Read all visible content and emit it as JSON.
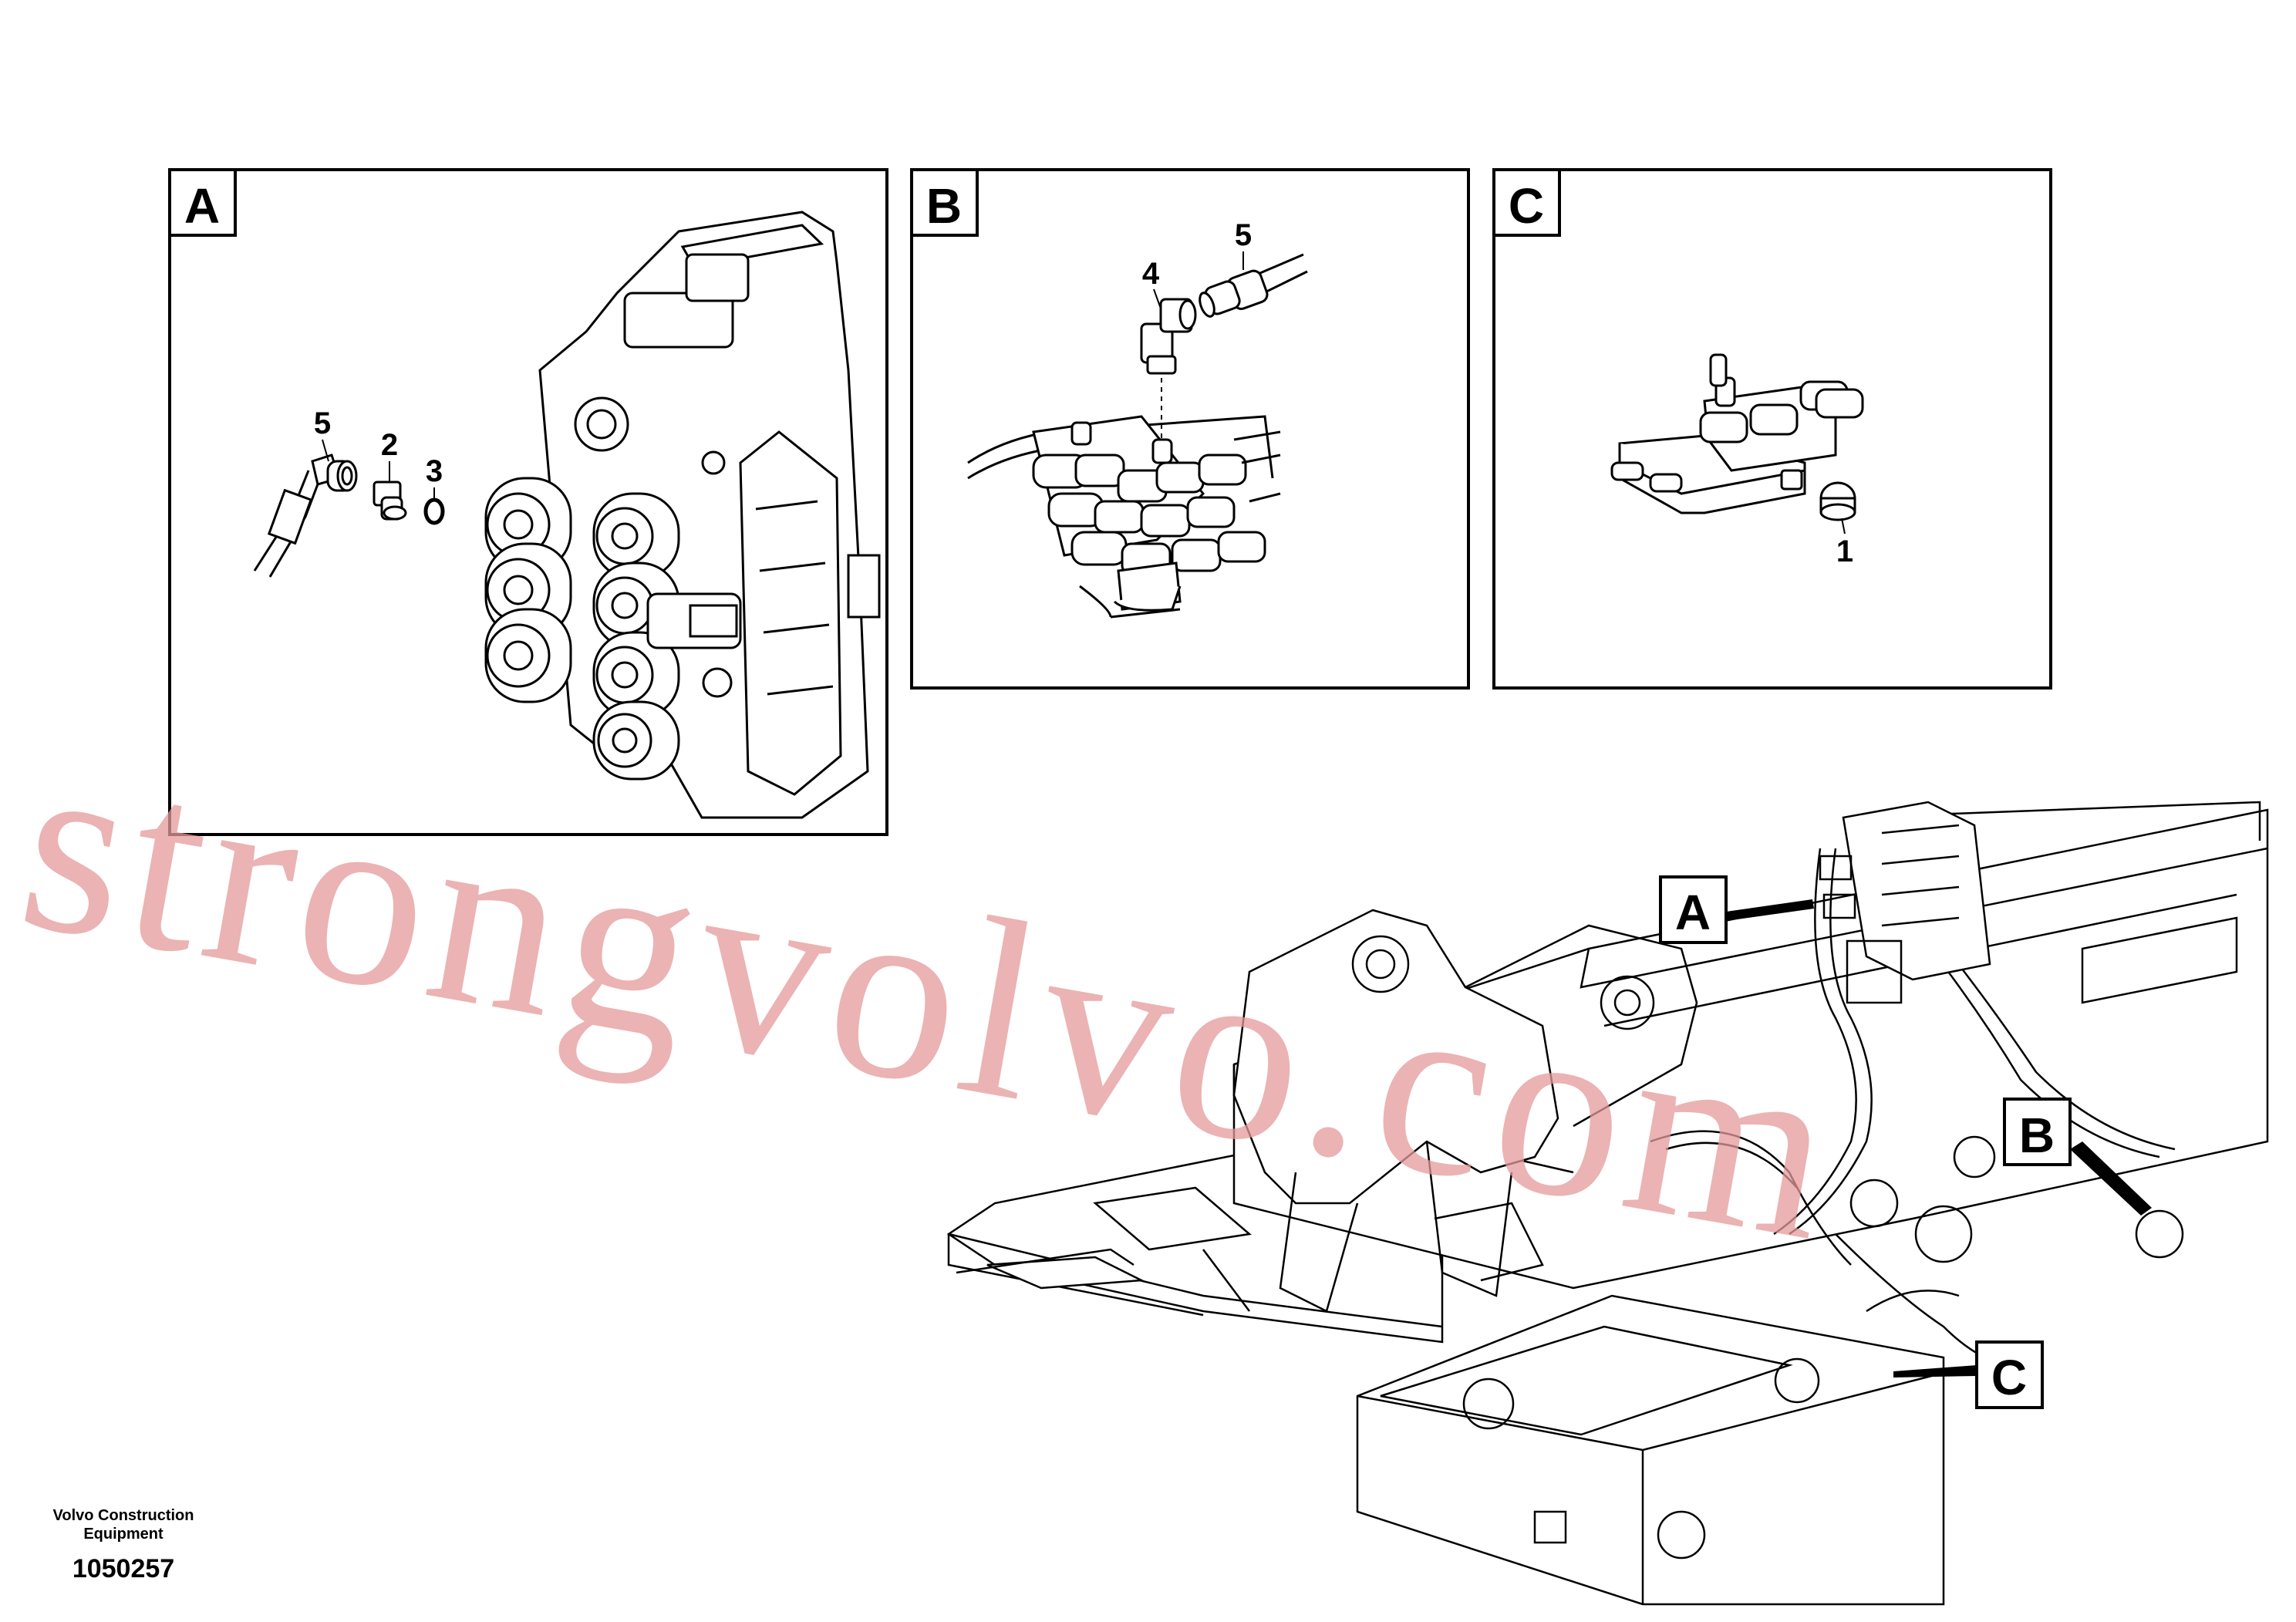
{
  "panels": [
    {
      "id": "A",
      "parts": [
        "5",
        "2",
        "3"
      ]
    },
    {
      "id": "B",
      "parts": [
        "4",
        "5"
      ]
    },
    {
      "id": "C",
      "parts": [
        "1"
      ]
    }
  ],
  "callouts": [
    "A",
    "B",
    "C"
  ],
  "footer": {
    "manufacturer": "Volvo Construction Equipment",
    "document_number": "1050257"
  },
  "watermark": "strongvolvo.com",
  "colors": {
    "line": "#000000",
    "watermark": "#e59a9a"
  }
}
